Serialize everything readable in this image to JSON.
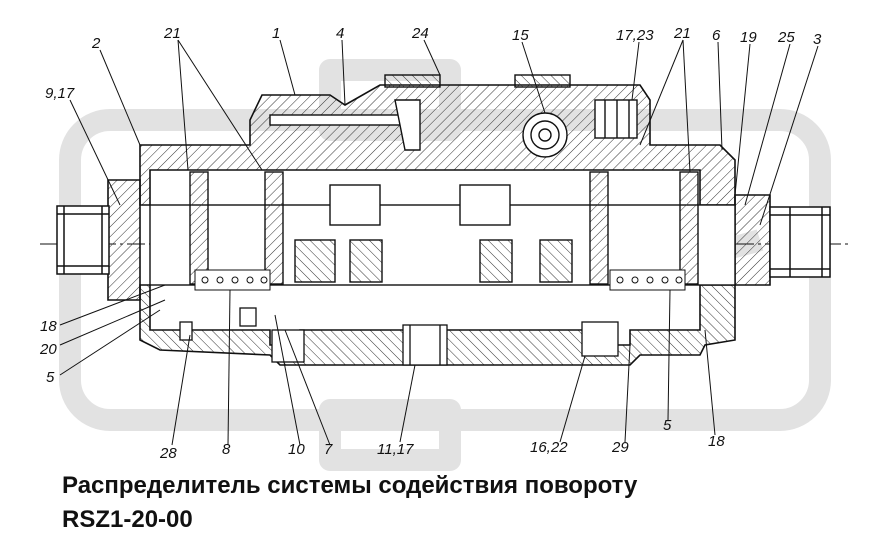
{
  "caption": {
    "title": "Распределитель системы содействия повороту",
    "model": "RSZ1-20-00"
  },
  "callouts": {
    "top": [
      "2",
      "21",
      "1",
      "4",
      "24",
      "15",
      "17,23",
      "21",
      "6",
      "19",
      "25",
      "3"
    ],
    "left": [
      "9,17",
      "18",
      "20",
      "5"
    ],
    "bottom": [
      "28",
      "8",
      "10",
      "7",
      "11,17",
      "16,22",
      "29",
      "5",
      "18"
    ]
  },
  "colors": {
    "ink": "#111111",
    "watermark": "#e2e2e2",
    "hatch": "#333333"
  }
}
